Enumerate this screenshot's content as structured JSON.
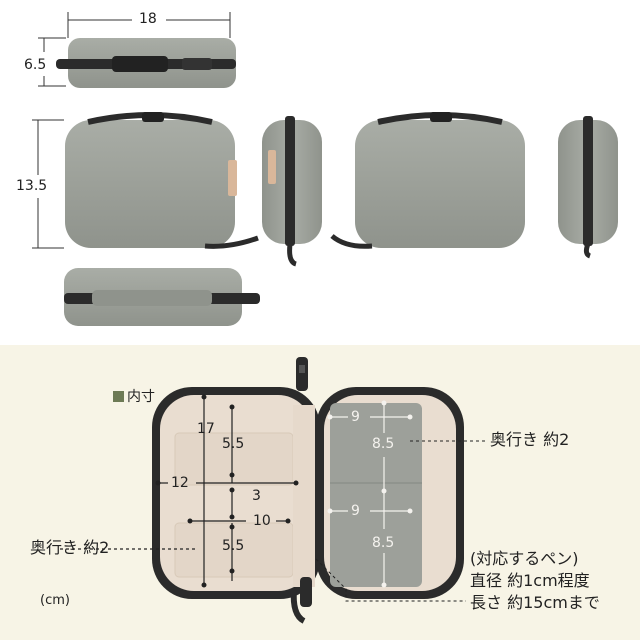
{
  "top_view": {
    "width_label": "18",
    "depth_label": "6.5",
    "height_label": "13.5"
  },
  "interior": {
    "title": "内寸",
    "unit_label": "(cm)",
    "left_panel": {
      "height_label": "17",
      "upper_pocket_label": "5.5",
      "lower_pocket_label": "5.5",
      "width_label": "12",
      "gap_label": "3",
      "pocket_width_label": "10",
      "depth_label": "奥行き 約2"
    },
    "right_panel": {
      "upper_width_label": "9",
      "upper_height_label": "8.5",
      "lower_width_label": "9",
      "lower_height_label": "8.5",
      "depth_label": "奥行き 約2"
    },
    "pen_info": {
      "title": "(対応するペン)",
      "diameter": "直径 約1cm程度",
      "length": "長さ 約15cmまで"
    }
  },
  "colors": {
    "fabric": "#9fa39c",
    "fabric_dark": "#8b8f88",
    "zipper": "#2b2b2b",
    "lining": "#e9ddd0",
    "panel_gray": "#9da09a",
    "bottom_bg": "#f7f4e6",
    "accent_square": "#6d7a55"
  }
}
